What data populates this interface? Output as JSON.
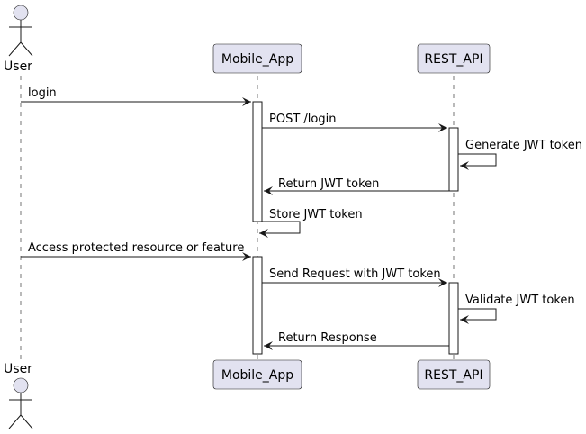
{
  "diagram": {
    "type": "sequence",
    "participants": [
      {
        "id": "user",
        "label": "User",
        "kind": "actor"
      },
      {
        "id": "app",
        "label": "Mobile_App",
        "kind": "participant"
      },
      {
        "id": "api",
        "label": "REST_API",
        "kind": "participant"
      }
    ],
    "messages": [
      {
        "from": "user",
        "to": "app",
        "label": "login"
      },
      {
        "from": "app",
        "to": "api",
        "label": "POST /login"
      },
      {
        "from": "api",
        "to": "api",
        "label": "Generate JWT token"
      },
      {
        "from": "api",
        "to": "app",
        "label": "Return JWT token"
      },
      {
        "from": "app",
        "to": "app",
        "label": "Store JWT token"
      },
      {
        "from": "user",
        "to": "app",
        "label": "Access protected resource or feature"
      },
      {
        "from": "app",
        "to": "api",
        "label": "Send Request with JWT token"
      },
      {
        "from": "api",
        "to": "api",
        "label": "Validate JWT token"
      },
      {
        "from": "api",
        "to": "app",
        "label": "Return Response"
      }
    ]
  }
}
